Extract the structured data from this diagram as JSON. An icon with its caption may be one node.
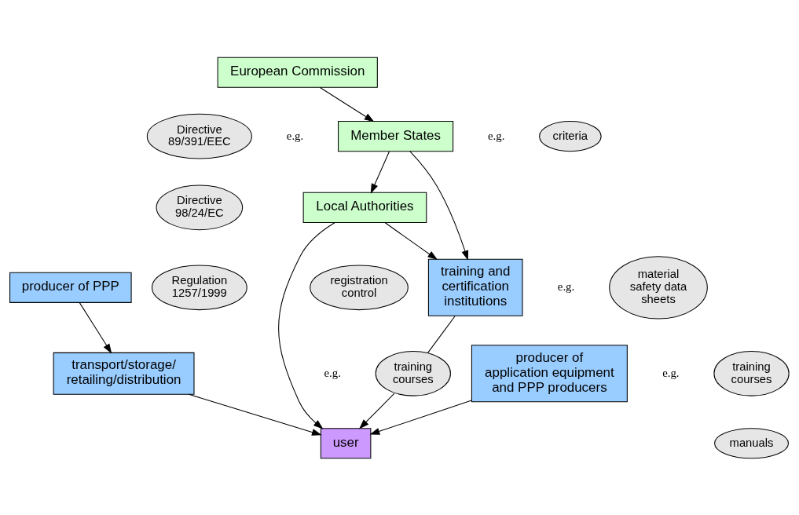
{
  "diagram": {
    "nodes": [
      {
        "text": [
          "producer of PPP"
        ]
      },
      {
        "text": [
          "material safety data sheets"
        ]
      },
      {
        "text": [
          "transport/storage/ retailing/distribution"
        ]
      },
      {
        "text": [
          "European Commission"
        ]
      },
      {
        "text": [
          "Directive 89/391/EEC"
        ]
      },
      {
        "text": [
          "Directive 98/24/EC"
        ]
      },
      {
        "text": [
          "Regulation 1257/1999"
        ]
      },
      {
        "text": [
          "training and certification institutions"
        ]
      },
      {
        "text": [
          "training courses"
        ]
      },
      {
        "text": [
          "user"
        ]
      },
      {
        "text": [
          "Member States"
        ]
      },
      {
        "text": [
          "criteria"
        ]
      },
      {
        "text": [
          "producer of application equipment and PPP producers"
        ]
      },
      {
        "text": [
          "training courses"
        ]
      },
      {
        "text": [
          "manuals"
        ]
      },
      {
        "text": [
          "Local Authorities"
        ]
      },
      {
        "text": [
          "registration control"
        ]
      }
    ],
    "edges": [
      {
        "from": 0,
        "to": 2,
        "arrow": "to"
      },
      {
        "from": 2,
        "to": 9,
        "arrow": "to"
      },
      {
        "from": 7,
        "to": 8,
        "arrow": "none"
      },
      {
        "from": 8,
        "to": 9,
        "arrow": "to"
      },
      {
        "from": 12,
        "to": 9,
        "arrow": "to"
      },
      {
        "from": 15,
        "to": 9,
        "arrow": "to"
      },
      {
        "from": 3,
        "to": 10,
        "arrow": "to"
      },
      {
        "from": 10,
        "to": 15,
        "arrow": "to"
      },
      {
        "from": 15,
        "to": 7,
        "arrow": "to"
      },
      {
        "from": 10,
        "to": 7,
        "arrow": "to"
      }
    ],
    "labels": [
      "e.g.",
      "e.g.",
      "e.g.",
      "e.g.",
      "e.g."
    ]
  }
}
